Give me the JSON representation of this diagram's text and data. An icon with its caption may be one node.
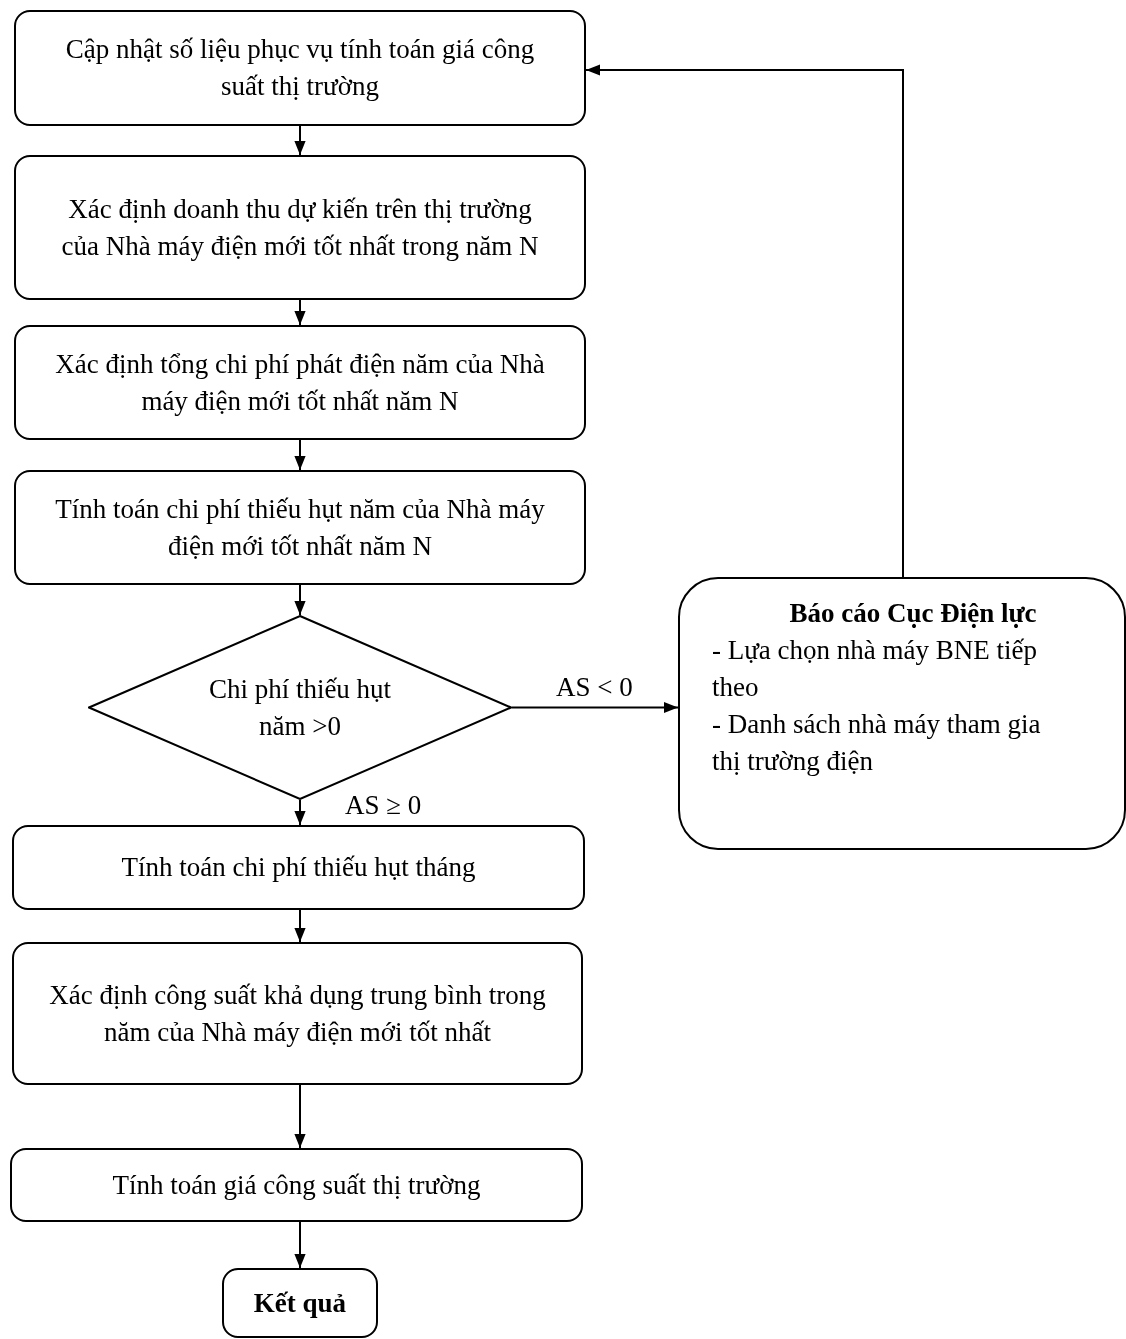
{
  "diagram": {
    "nodes": [
      {
        "text": [
          "Cập nhật số liệu phục vụ tính toán giá công suất thị trường"
        ]
      },
      {
        "text": [
          "Xác định doanh thu dự kiến trên thị trường của Nhà máy điện mới tốt nhất trong năm N"
        ]
      },
      {
        "text": [
          "Xác định tổng chi phí phát điện năm của Nhà máy điện mới tốt nhất năm N"
        ]
      },
      {
        "text": [
          "Tính toán chi phí thiếu hụt năm của Nhà máy điện mới tốt nhất năm N"
        ]
      },
      {
        "text": [
          "Chi phí thiếu hụt năm >0"
        ]
      },
      {
        "text": [
          "Tính toán chi phí thiếu hụt tháng"
        ]
      },
      {
        "text": [
          "Xác định công suất khả dụng trung bình trong năm của Nhà máy điện mới tốt nhất"
        ]
      },
      {
        "text": [
          "Tính toán giá công suất thị trường"
        ]
      },
      {
        "text": [
          "Kết quả"
        ]
      },
      {
        "text": [
          "Báo cáo Cục Điện lực",
          "- Lựa chọn nhà máy BNE tiếp theo",
          "- Danh sách nhà máy tham gia thị trường điện"
        ]
      }
    ],
    "edges": [
      {
        "from": 0,
        "to": 1,
        "arrow": "to"
      },
      {
        "from": 1,
        "to": 2,
        "arrow": "to"
      },
      {
        "from": 2,
        "to": 3,
        "arrow": "to"
      },
      {
        "from": 3,
        "to": 4,
        "arrow": "to"
      },
      {
        "from": 4,
        "to": 5,
        "arrow": "to",
        "label": "AS ≥ 0"
      },
      {
        "from": 4,
        "to": 9,
        "arrow": "to",
        "label": "AS < 0"
      },
      {
        "from": 9,
        "to": 0,
        "arrow": "to"
      },
      {
        "from": 5,
        "to": 6,
        "arrow": "to"
      },
      {
        "from": 6,
        "to": 7,
        "arrow": "to"
      },
      {
        "from": 7,
        "to": 8,
        "arrow": "to"
      }
    ]
  }
}
